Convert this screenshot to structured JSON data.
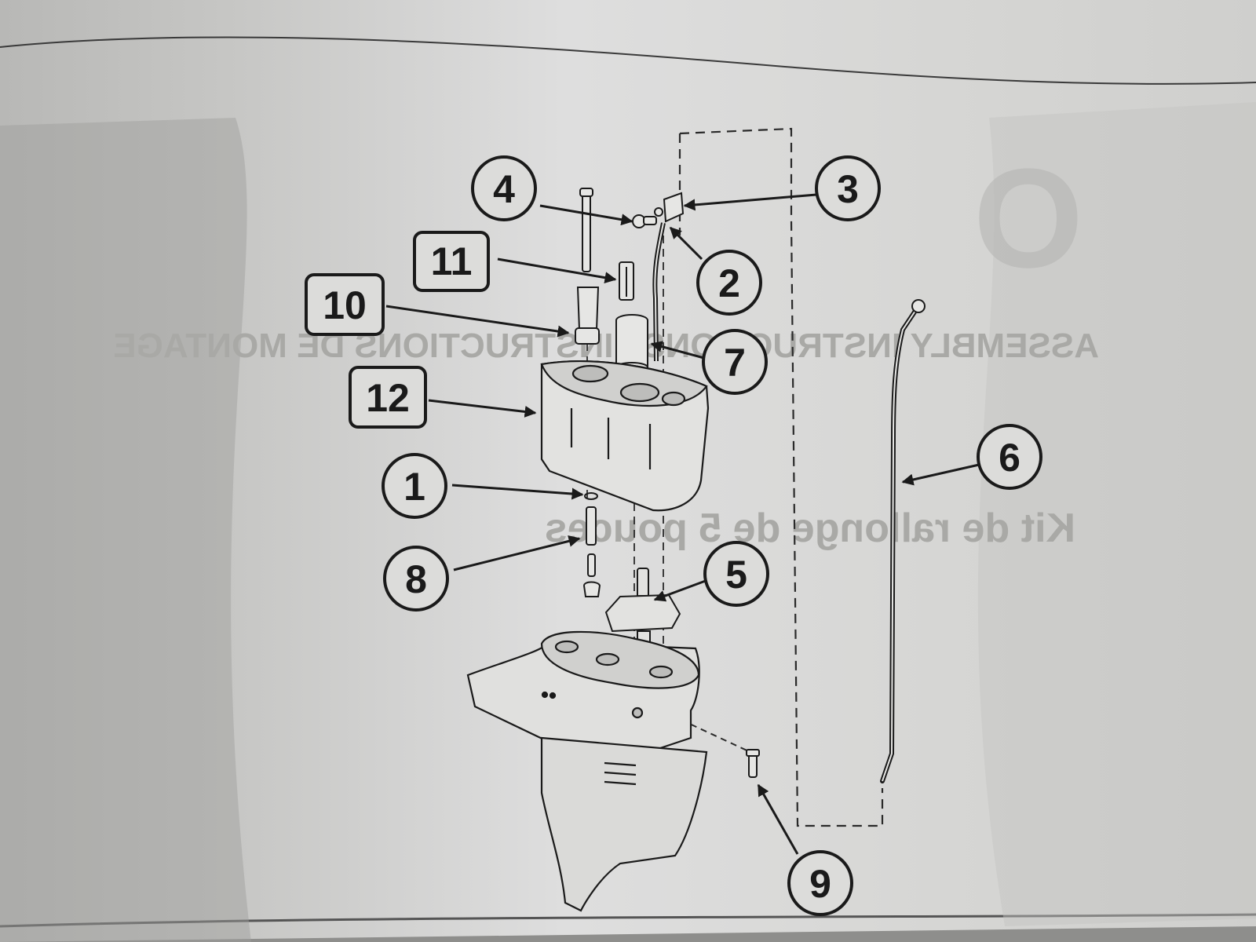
{
  "diagram": {
    "callouts": [
      {
        "id": "1",
        "label": "1",
        "shape": "circle"
      },
      {
        "id": "2",
        "label": "2",
        "shape": "circle"
      },
      {
        "id": "3",
        "label": "3",
        "shape": "circle"
      },
      {
        "id": "4",
        "label": "4",
        "shape": "circle"
      },
      {
        "id": "5",
        "label": "5",
        "shape": "circle"
      },
      {
        "id": "6",
        "label": "6",
        "shape": "circle"
      },
      {
        "id": "7",
        "label": "7",
        "shape": "circle"
      },
      {
        "id": "8",
        "label": "8",
        "shape": "circle"
      },
      {
        "id": "9",
        "label": "9",
        "shape": "circle"
      },
      {
        "id": "10",
        "label": "10",
        "shape": "box"
      },
      {
        "id": "11",
        "label": "11",
        "shape": "box"
      },
      {
        "id": "12",
        "label": "12",
        "shape": "box"
      }
    ]
  },
  "bleed_through": {
    "heading": "ASSEMBLY INSTRUCTIONS / INSTRUCTIONS DE MONTAGE",
    "subtitle": "Kit de rallonge de 5 pouces"
  },
  "colors": {
    "paper": "#dcdcda",
    "ink": "#1a1a1a",
    "shadow": "#9a9a98"
  }
}
